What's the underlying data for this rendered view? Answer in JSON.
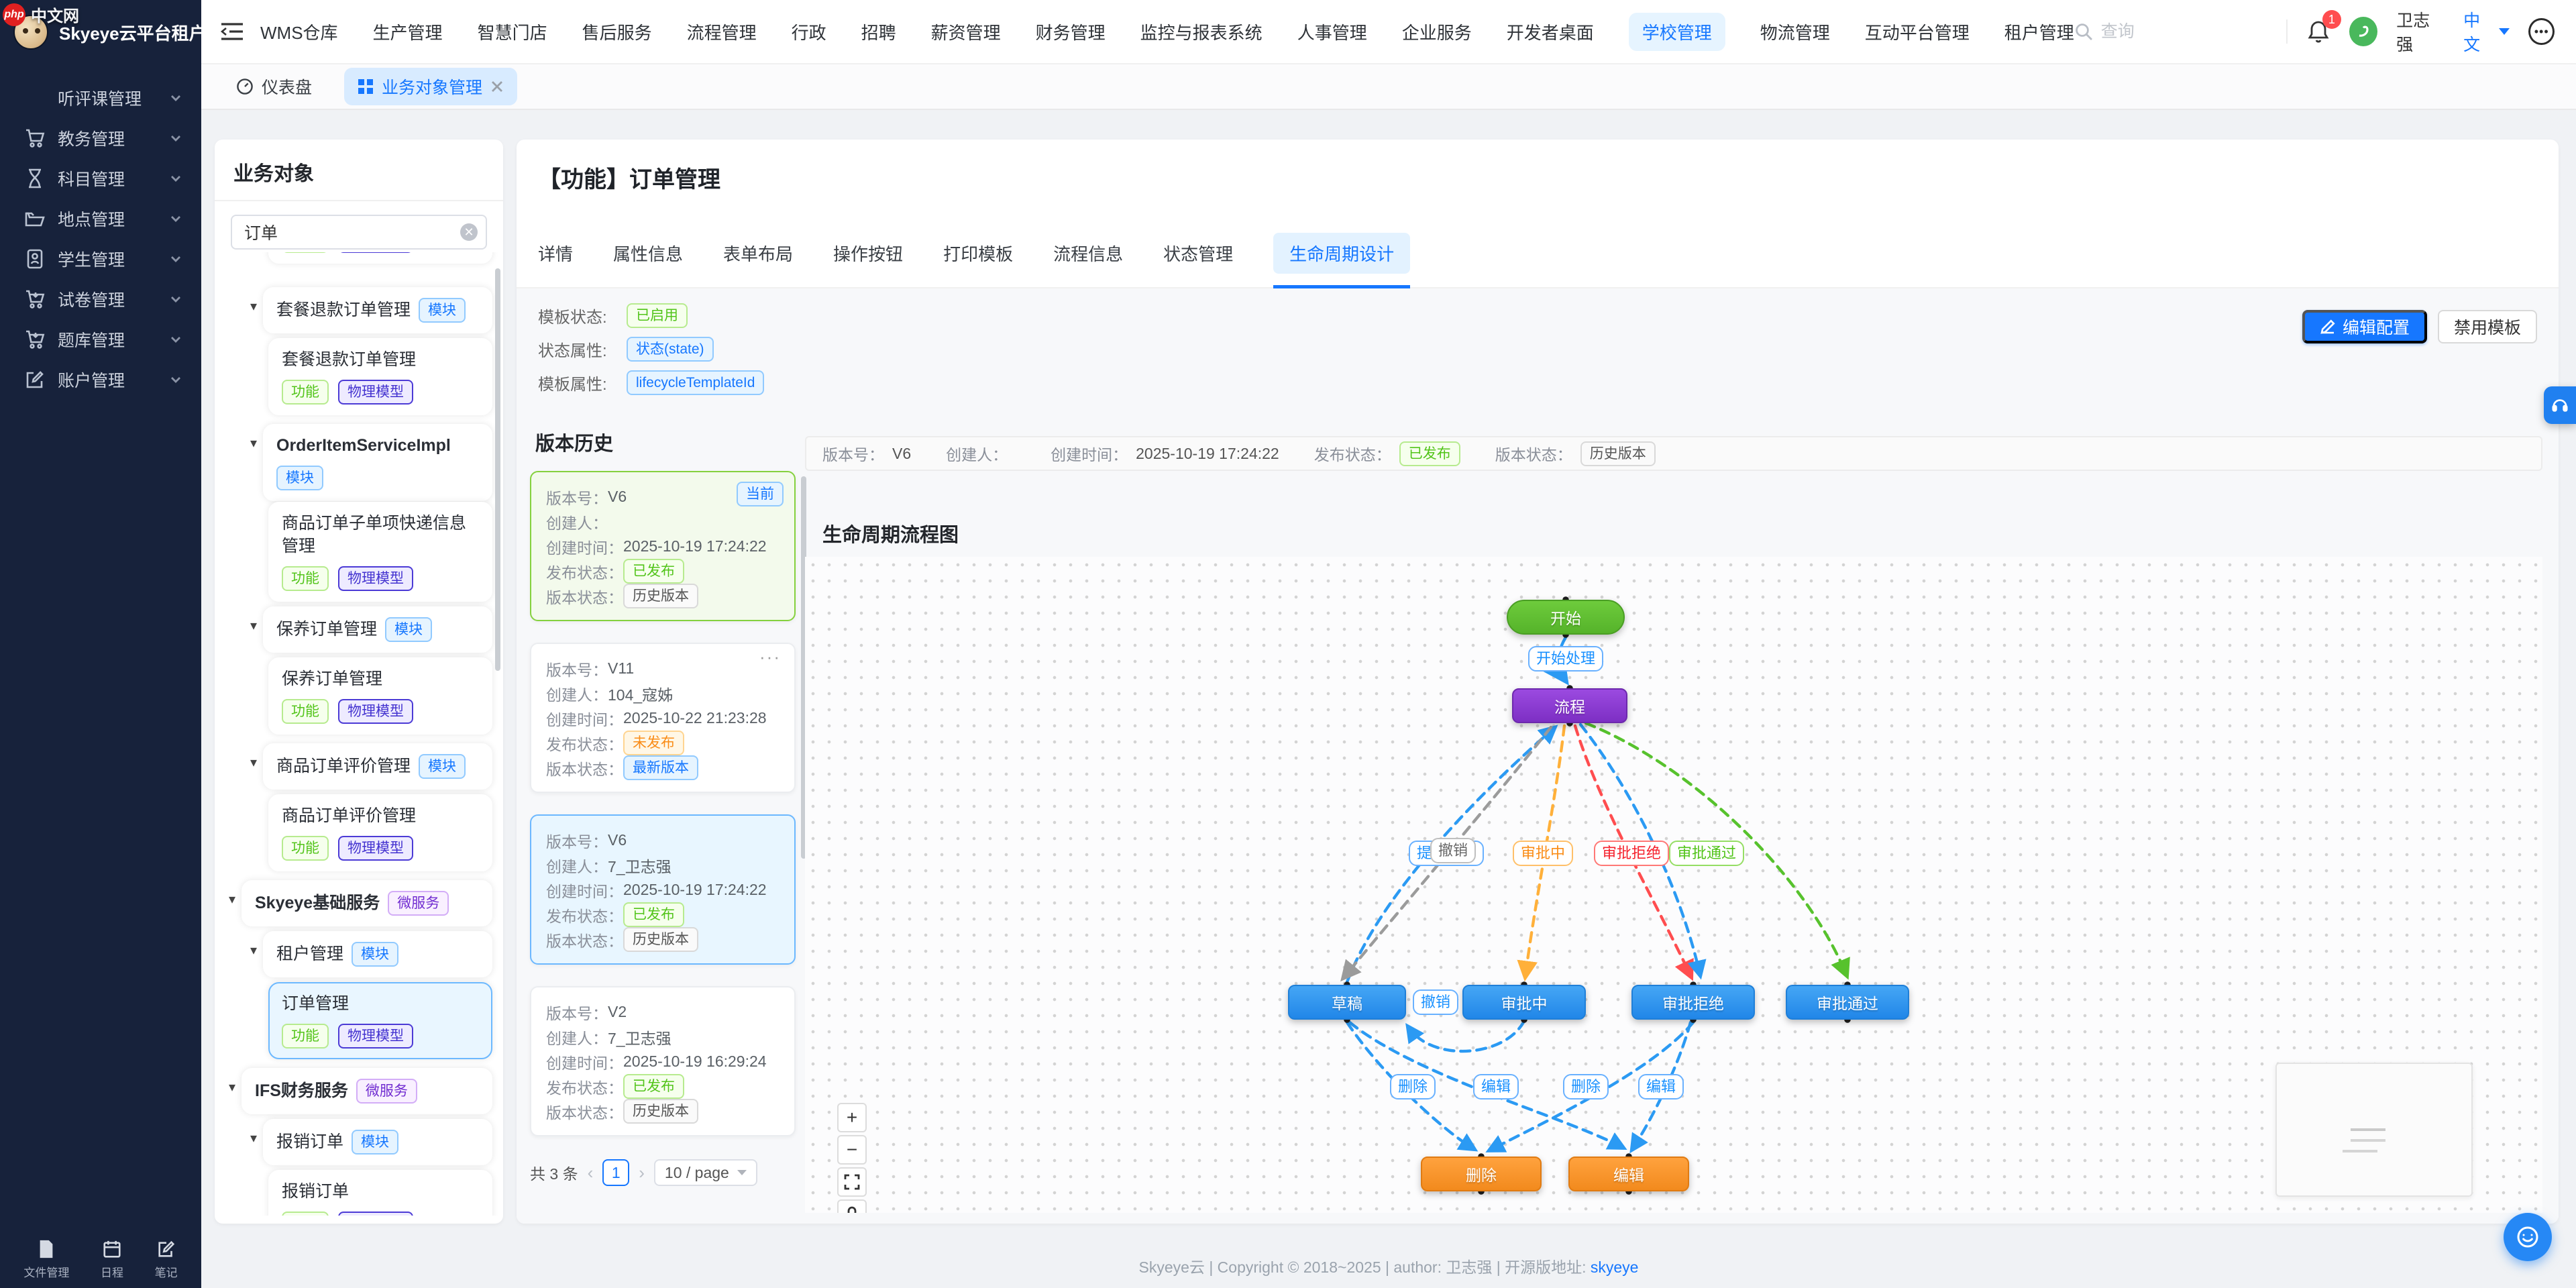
{
  "watermark": {
    "logo": "php",
    "text": "中文网"
  },
  "brand": {
    "title": "Skyeye云平台租户"
  },
  "navbar": {
    "items": [
      "WMS仓库",
      "生产管理",
      "智慧门店",
      "售后服务",
      "流程管理",
      "行政",
      "招聘",
      "薪资管理",
      "财务管理",
      "监控与报表系统",
      "人事管理",
      "企业服务",
      "开发者桌面",
      "学校管理",
      "物流管理",
      "互动平台管理",
      "租户管理"
    ],
    "active_item": "学校管理",
    "search_placeholder": "查询",
    "notification_count": "1",
    "username": "卫志强",
    "language": "中文"
  },
  "sidebar": {
    "items": [
      "听评课管理",
      "教务管理",
      "科目管理",
      "地点管理",
      "学生管理",
      "试卷管理",
      "题库管理",
      "账户管理"
    ],
    "bottom": [
      "文件管理",
      "日程",
      "笔记"
    ]
  },
  "tabbar": {
    "tabs": [
      {
        "label": "仪表盘"
      },
      {
        "label": "业务对象管理",
        "active": true,
        "closable": true
      }
    ]
  },
  "tree": {
    "title": "业务对象",
    "search_value": "订单",
    "items": [
      {
        "name": "",
        "badges": [
          "功能",
          "物理模型"
        ]
      },
      {
        "name": "套餐退款订单管理",
        "tag": "模块"
      },
      {
        "name": "套餐退款订单管理",
        "badges": [
          "功能",
          "物理模型"
        ]
      },
      {
        "name": "OrderItemServiceImpl",
        "tag": "模块"
      },
      {
        "name": "商品订单子单项快递信息管理",
        "badges": [
          "功能",
          "物理模型"
        ]
      },
      {
        "name": "保养订单管理",
        "tag": "模块"
      },
      {
        "name": "保养订单管理",
        "badges": [
          "功能",
          "物理模型"
        ]
      },
      {
        "name": "商品订单评价管理",
        "tag": "模块"
      },
      {
        "name": "商品订单评价管理",
        "badges": [
          "功能",
          "物理模型"
        ]
      },
      {
        "name": "Skyeye基础服务",
        "tag": "微服务"
      },
      {
        "name": "租户管理",
        "tag": "模块"
      },
      {
        "name": "订单管理",
        "badges": [
          "功能",
          "物理模型"
        ],
        "selected": true
      },
      {
        "name": "IFS财务服务",
        "tag": "微服务"
      },
      {
        "name": "报销订单",
        "tag": "模块"
      },
      {
        "name": "报销订单",
        "badges": [
          "功能",
          "物理模型"
        ]
      }
    ]
  },
  "main": {
    "title": "【功能】订单管理",
    "tabs": [
      "详情",
      "属性信息",
      "表单布局",
      "操作按钮",
      "打印模板",
      "流程信息",
      "状态管理",
      "生命周期设计"
    ],
    "active_tab": "生命周期设计",
    "meta": {
      "template_state_label": "模板状态:",
      "template_state": "已启用",
      "state_attr_label": "状态属性:",
      "state_attr": "状态(state)",
      "template_attr_label": "模板属性:",
      "template_attr": "lifecycleTemplateId"
    },
    "actions": {
      "edit": "编辑配置",
      "disable": "禁用模板"
    }
  },
  "versions": {
    "title": "版本历史",
    "field_labels": {
      "version": "版本号：",
      "creator": "创建人：",
      "time": "创建时间：",
      "publish": "发布状态：",
      "state": "版本状态："
    },
    "cards": [
      {
        "current_badge": "当前",
        "version": "V6",
        "creator": "",
        "time": "2025-10-19 17:24:22",
        "publish": "已发布",
        "state": "历史版本"
      },
      {
        "menu": "···",
        "version": "V11",
        "creator": "104_寇姊",
        "time": "2025-10-22 21:23:28",
        "publish": "未发布",
        "state": "最新版本"
      },
      {
        "version": "V6",
        "creator": "7_卫志强",
        "time": "2025-10-19 17:24:22",
        "publish": "已发布",
        "state": "历史版本"
      },
      {
        "version": "V2",
        "creator": "7_卫志强",
        "time": "2025-10-19 16:29:24",
        "publish": "已发布",
        "state": "历史版本"
      }
    ],
    "pagination": {
      "total": "共 3 条",
      "prev": "‹",
      "page": "1",
      "next": "›",
      "size": "10 / page"
    }
  },
  "detail": {
    "version": "V6",
    "creator": "",
    "time": "2025-10-19 17:24:22",
    "publish": "已发布",
    "state": "历史版本",
    "flow_title": "生命周期流程图"
  },
  "flow": {
    "nodes": {
      "start": "开始",
      "process": "流程",
      "draft": "草稿",
      "reviewing": "审批中",
      "rejected": "审批拒绝",
      "approved": "审批通过",
      "delete": "删除",
      "edit": "编辑"
    },
    "edge_labels": {
      "start_handle": "开始处理",
      "submit": "提交审批",
      "revoke": "撤销",
      "to_reviewing": "审批中",
      "to_rejected": "审批拒绝",
      "to_approved": "审批通过",
      "withdraw": "撤销",
      "delete1": "删除",
      "edit1": "编辑",
      "delete2": "删除",
      "edit2": "编辑"
    },
    "controls": {
      "zoom_in": "+",
      "zoom_out": "−"
    }
  },
  "footer": {
    "text": "Skyeye云 | Copyright © 2018~2025 | author: 卫志强 | 开源版地址: ",
    "link": "skyeye"
  },
  "colors": {
    "accent": "#1677ff",
    "green": "#52c41a",
    "orange": "#fa8c16",
    "red": "#f5222d",
    "purple": "#722ed1",
    "node_green": "#62c232",
    "node_purple": "#8b3fd6",
    "node_blue": "#2f9bf2",
    "node_orange": "#f99e2c",
    "sidebar_bg": "#17223b"
  }
}
